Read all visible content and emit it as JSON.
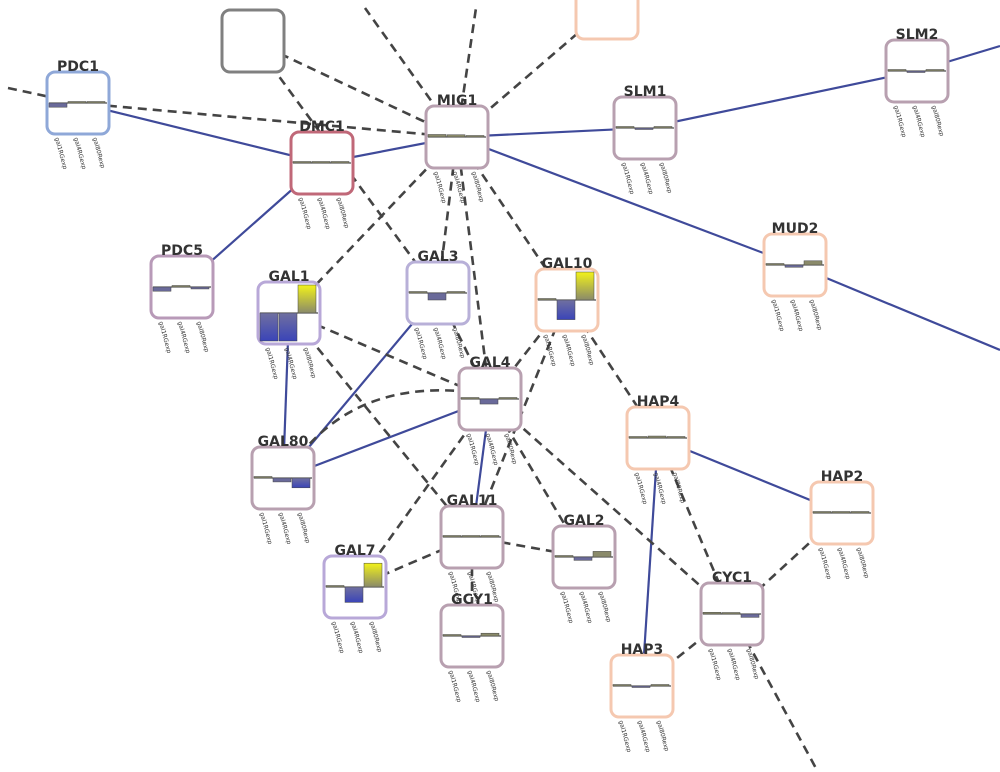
{
  "colors": {
    "background": "#ffffff",
    "edge_solid": "#3f4a9a",
    "edge_dashed": "#444444",
    "label": "#333333",
    "bar_negative": "#4a4fa8",
    "bar_positive": "#d8d82a",
    "bar_neutral": "#777788"
  },
  "expression_labels": [
    "gal1RGexp",
    "gal4RGexp",
    "gal80Rexp"
  ],
  "nodes": [
    {
      "id": "PDC1",
      "label": "PDC1",
      "border": "#8fa8d8",
      "values": [
        -0.15,
        0.0,
        0.02
      ]
    },
    {
      "id": "DMC1",
      "label": "DMC1",
      "border": "#c06878",
      "values": [
        0.04,
        0.05,
        0.02
      ]
    },
    {
      "id": "MIG1",
      "label": "MIG1",
      "border": "#b8a0b0",
      "values": [
        0.09,
        0.08,
        0.05
      ]
    },
    {
      "id": "SLM1",
      "label": "SLM1",
      "border": "#b8a0b0",
      "values": [
        0.05,
        -0.01,
        0.05
      ]
    },
    {
      "id": "SLM2",
      "label": "SLM2",
      "border": "#b8a0b0",
      "values": [
        0.05,
        -0.02,
        0.03
      ]
    },
    {
      "id": "MUD2",
      "label": "MUD2",
      "border": "#f5c8b0",
      "values": [
        0.01,
        -0.08,
        0.15
      ]
    },
    {
      "id": "PDC5",
      "label": "PDC5",
      "border": "#b89ab8",
      "values": [
        -0.15,
        0.02,
        -0.07
      ]
    },
    {
      "id": "GAL1",
      "label": "GAL1",
      "border": "#b8a8d8",
      "values": [
        -1.0,
        -1.0,
        1.0
      ]
    },
    {
      "id": "GAL3",
      "label": "GAL3",
      "border": "#b8b0d8",
      "values": [
        0.01,
        -0.25,
        0.03
      ]
    },
    {
      "id": "GAL10",
      "label": "GAL10",
      "border": "#f5c8b0",
      "values": [
        0.02,
        -0.7,
        1.0
      ]
    },
    {
      "id": "GAL4",
      "label": "GAL4",
      "border": "#b8a0b0",
      "values": [
        0.02,
        -0.18,
        0.01
      ]
    },
    {
      "id": "HAP4",
      "label": "HAP4",
      "border": "#f5c8b0",
      "values": [
        0.01,
        0.07,
        0.02
      ]
    },
    {
      "id": "GAL80",
      "label": "GAL80",
      "border": "#b8a0b0",
      "values": [
        0.01,
        -0.14,
        -0.35
      ]
    },
    {
      "id": "HAP2",
      "label": "HAP2",
      "border": "#f5c8b0",
      "values": [
        0.01,
        0.0,
        0.02
      ]
    },
    {
      "id": "GAL11",
      "label": "GAL11",
      "border": "#b8a0b0",
      "values": [
        0.03,
        0.0,
        0.02
      ]
    },
    {
      "id": "GAL2",
      "label": "GAL2",
      "border": "#b8a0b0",
      "values": [
        0.01,
        -0.12,
        0.2
      ]
    },
    {
      "id": "GAL7",
      "label": "GAL7",
      "border": "#b8a8d8",
      "values": [
        0.02,
        -0.55,
        0.85
      ]
    },
    {
      "id": "GCY1",
      "label": "GCY1",
      "border": "#b8a0b0",
      "values": [
        0.05,
        -0.05,
        0.1
      ]
    },
    {
      "id": "CYC1",
      "label": "CYC1",
      "border": "#b8a0b0",
      "values": [
        0.06,
        0.03,
        -0.12
      ]
    },
    {
      "id": "HAP3",
      "label": "HAP3",
      "border": "#f5c8b0",
      "values": [
        0.01,
        -0.04,
        0.02
      ]
    },
    {
      "id": "UNLABELED_GRAY",
      "label": "",
      "border": "#808080",
      "values": []
    },
    {
      "id": "UNLABELED_PEACH",
      "label": "",
      "border": "#f5c8b0",
      "values": []
    }
  ],
  "edges": [
    {
      "from": "PDC1",
      "to": "DMC1",
      "style": "solid"
    },
    {
      "from": "DMC1",
      "to": "MIG1",
      "style": "solid"
    },
    {
      "from": "MIG1",
      "to": "SLM1",
      "style": "solid"
    },
    {
      "from": "SLM1",
      "to": "SLM2",
      "style": "solid"
    },
    {
      "from": "MIG1",
      "to": "MUD2",
      "style": "solid"
    },
    {
      "from": "DMC1",
      "to": "PDC5",
      "style": "solid"
    },
    {
      "from": "GAL1",
      "to": "GAL80",
      "style": "solid"
    },
    {
      "from": "GAL3",
      "to": "GAL80",
      "style": "solid"
    },
    {
      "from": "GAL80",
      "to": "GAL4",
      "style": "solid"
    },
    {
      "from": "GAL4",
      "to": "GAL11",
      "style": "solid"
    },
    {
      "from": "HAP4",
      "to": "HAP2",
      "style": "solid"
    },
    {
      "from": "HAP4",
      "to": "HAP3",
      "style": "solid"
    },
    {
      "from": "PDC1",
      "to": "MIG1",
      "style": "dashed"
    },
    {
      "from": "UNLABELED_GRAY",
      "to": "MIG1",
      "style": "dashed"
    },
    {
      "from": "UNLABELED_GRAY",
      "to": "GAL3",
      "style": "dashed"
    },
    {
      "from": "MIG1",
      "to": "GAL1",
      "style": "dashed"
    },
    {
      "from": "MIG1",
      "to": "GAL3",
      "style": "dashed"
    },
    {
      "from": "MIG1",
      "to": "GAL10",
      "style": "dashed"
    },
    {
      "from": "MIG1",
      "to": "GAL4",
      "style": "dashed"
    },
    {
      "from": "MIG1",
      "to": "UNLABELED_PEACH",
      "style": "dashed"
    },
    {
      "from": "GAL1",
      "to": "GAL4",
      "style": "dashed"
    },
    {
      "from": "GAL1",
      "to": "GAL11",
      "style": "dashed"
    },
    {
      "from": "GAL3",
      "to": "GAL4",
      "style": "dashed"
    },
    {
      "from": "GAL10",
      "to": "GAL4",
      "style": "dashed"
    },
    {
      "from": "GAL10",
      "to": "HAP4",
      "style": "dashed"
    },
    {
      "from": "GAL10",
      "to": "GAL11",
      "style": "dashed"
    },
    {
      "from": "GAL4",
      "to": "GAL7",
      "style": "dashed"
    },
    {
      "from": "GAL4",
      "to": "GAL2",
      "style": "dashed"
    },
    {
      "from": "GAL4",
      "to": "CYC1",
      "style": "dashed"
    },
    {
      "from": "GAL11",
      "to": "GAL7",
      "style": "dashed"
    },
    {
      "from": "GAL11",
      "to": "GAL2",
      "style": "dashed"
    },
    {
      "from": "GAL11",
      "to": "GCY1",
      "style": "dashed"
    },
    {
      "from": "HAP4",
      "to": "CYC1",
      "style": "dashed"
    },
    {
      "from": "HAP2",
      "to": "CYC1",
      "style": "dashed"
    },
    {
      "from": "HAP3",
      "to": "CYC1",
      "style": "dashed"
    }
  ]
}
